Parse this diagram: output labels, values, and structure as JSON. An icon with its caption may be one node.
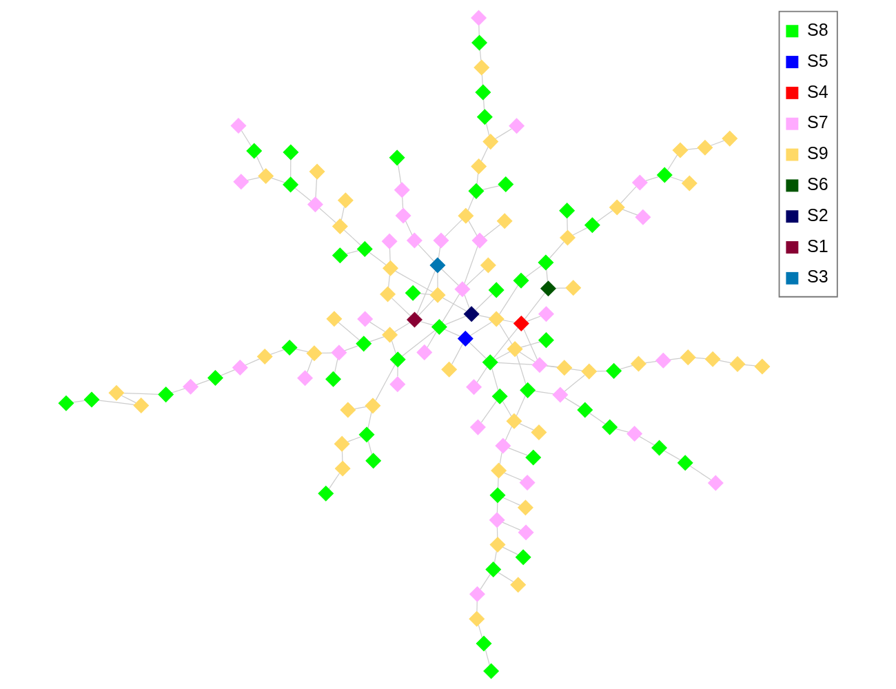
{
  "diagram": {
    "nodes": [
      {
        "text": [],
        "shape": "diamond"
      },
      {
        "text": [],
        "shape": "diamond"
      },
      {
        "text": [],
        "shape": "diamond"
      },
      {
        "text": [],
        "shape": "diamond"
      },
      {
        "text": [],
        "shape": "diamond"
      },
      {
        "text": [],
        "shape": "diamond"
      },
      {
        "text": [],
        "shape": "diamond"
      },
      {
        "text": [],
        "shape": "diamond"
      },
      {
        "text": [],
        "shape": "diamond"
      },
      {
        "text": [],
        "shape": "diamond"
      },
      {
        "text": [],
        "shape": "diamond"
      },
      {
        "text": [],
        "shape": "diamond"
      },
      {
        "text": [],
        "shape": "diamond"
      },
      {
        "text": [],
        "shape": "diamond"
      },
      {
        "text": [],
        "shape": "diamond"
      },
      {
        "text": [],
        "shape": "diamond"
      },
      {
        "text": [],
        "shape": "diamond"
      },
      {
        "text": [],
        "shape": "diamond"
      },
      {
        "text": [],
        "shape": "diamond"
      },
      {
        "text": [],
        "shape": "diamond"
      },
      {
        "text": [],
        "shape": "diamond"
      },
      {
        "text": [],
        "shape": "diamond"
      },
      {
        "text": [],
        "shape": "diamond"
      },
      {
        "text": [],
        "shape": "diamond"
      },
      {
        "text": [],
        "shape": "diamond"
      },
      {
        "text": [],
        "shape": "diamond"
      },
      {
        "text": [],
        "shape": "diamond"
      },
      {
        "text": [],
        "shape": "diamond"
      },
      {
        "text": [],
        "shape": "diamond"
      },
      {
        "text": [],
        "shape": "diamond"
      },
      {
        "text": [],
        "shape": "diamond"
      },
      {
        "text": [],
        "shape": "diamond"
      },
      {
        "text": [],
        "shape": "diamond"
      },
      {
        "text": [],
        "shape": "diamond"
      },
      {
        "text": [],
        "shape": "diamond"
      },
      {
        "text": [],
        "shape": "diamond"
      },
      {
        "text": [],
        "shape": "diamond"
      },
      {
        "text": [],
        "shape": "diamond"
      },
      {
        "text": [],
        "shape": "diamond"
      },
      {
        "text": [],
        "shape": "diamond"
      },
      {
        "text": [],
        "shape": "diamond"
      },
      {
        "text": [],
        "shape": "diamond"
      },
      {
        "text": [],
        "shape": "diamond"
      },
      {
        "text": [],
        "shape": "diamond"
      },
      {
        "text": [],
        "shape": "diamond"
      },
      {
        "text": [],
        "shape": "diamond"
      },
      {
        "text": [],
        "shape": "diamond"
      },
      {
        "text": [],
        "shape": "diamond"
      },
      {
        "text": [],
        "shape": "diamond"
      },
      {
        "text": [],
        "shape": "diamond"
      },
      {
        "text": [],
        "shape": "diamond"
      },
      {
        "text": [],
        "shape": "diamond"
      },
      {
        "text": [],
        "shape": "diamond"
      },
      {
        "text": [],
        "shape": "diamond"
      },
      {
        "text": [],
        "shape": "diamond"
      },
      {
        "text": [],
        "shape": "diamond"
      },
      {
        "text": [],
        "shape": "diamond"
      },
      {
        "text": [],
        "shape": "diamond"
      },
      {
        "text": [],
        "shape": "diamond"
      },
      {
        "text": [],
        "shape": "diamond"
      },
      {
        "text": [],
        "shape": "diamond"
      },
      {
        "text": [],
        "shape": "diamond"
      },
      {
        "text": [],
        "shape": "diamond"
      },
      {
        "text": [],
        "shape": "diamond"
      },
      {
        "text": [],
        "shape": "diamond"
      },
      {
        "text": [],
        "shape": "diamond"
      },
      {
        "text": [],
        "shape": "diamond"
      },
      {
        "text": [],
        "shape": "diamond"
      },
      {
        "text": [],
        "shape": "diamond"
      },
      {
        "text": [],
        "shape": "diamond"
      },
      {
        "text": [],
        "shape": "diamond"
      },
      {
        "text": [],
        "shape": "diamond"
      },
      {
        "text": [],
        "shape": "diamond"
      },
      {
        "text": [],
        "shape": "diamond"
      },
      {
        "text": [],
        "shape": "diamond"
      },
      {
        "text": [],
        "shape": "diamond"
      },
      {
        "text": [],
        "shape": "diamond"
      },
      {
        "text": [],
        "shape": "diamond"
      },
      {
        "text": [],
        "shape": "diamond"
      },
      {
        "text": [],
        "shape": "diamond"
      },
      {
        "text": [],
        "shape": "diamond"
      },
      {
        "text": [],
        "shape": "diamond"
      },
      {
        "text": [],
        "shape": "diamond"
      },
      {
        "text": [],
        "shape": "diamond"
      },
      {
        "text": [],
        "shape": "diamond"
      },
      {
        "text": [],
        "shape": "diamond"
      },
      {
        "text": [],
        "shape": "diamond"
      },
      {
        "text": [],
        "shape": "diamond"
      },
      {
        "text": [],
        "shape": "diamond"
      },
      {
        "text": [],
        "shape": "diamond"
      },
      {
        "text": [],
        "shape": "diamond"
      },
      {
        "text": [],
        "shape": "diamond"
      },
      {
        "text": [],
        "shape": "diamond"
      },
      {
        "text": [],
        "shape": "diamond"
      },
      {
        "text": [],
        "shape": "diamond"
      },
      {
        "text": [],
        "shape": "diamond"
      },
      {
        "text": [],
        "shape": "diamond"
      },
      {
        "text": [],
        "shape": "diamond"
      },
      {
        "text": [],
        "shape": "diamond"
      },
      {
        "text": [],
        "shape": "diamond"
      },
      {
        "text": [],
        "shape": "diamond"
      },
      {
        "text": [],
        "shape": "diamond"
      },
      {
        "text": [],
        "shape": "diamond"
      },
      {
        "text": [],
        "shape": "diamond"
      },
      {
        "text": [],
        "shape": "diamond"
      },
      {
        "text": [],
        "shape": "diamond"
      },
      {
        "text": [],
        "shape": "diamond"
      },
      {
        "text": [],
        "shape": "diamond"
      },
      {
        "text": [],
        "shape": "diamond"
      },
      {
        "text": [],
        "shape": "diamond"
      },
      {
        "text": [],
        "shape": "diamond"
      },
      {
        "text": [],
        "shape": "diamond"
      },
      {
        "text": [],
        "shape": "diamond"
      },
      {
        "text": [],
        "shape": "diamond"
      },
      {
        "text": [],
        "shape": "diamond"
      },
      {
        "text": [],
        "shape": "diamond"
      },
      {
        "text": [],
        "shape": "diamond"
      },
      {
        "text": [],
        "shape": "diamond"
      },
      {
        "text": [],
        "shape": "diamond"
      },
      {
        "text": [],
        "shape": "diamond"
      },
      {
        "text": [],
        "shape": "diamond"
      },
      {
        "text": [],
        "shape": "diamond"
      },
      {
        "text": [],
        "shape": "diamond"
      },
      {
        "text": [],
        "shape": "diamond"
      },
      {
        "text": [],
        "shape": "diamond"
      },
      {
        "text": [],
        "shape": "diamond"
      },
      {
        "text": [],
        "shape": "diamond"
      },
      {
        "text": [],
        "shape": "diamond"
      },
      {
        "text": [],
        "shape": "diamond"
      },
      {
        "text": [],
        "shape": "diamond"
      },
      {
        "text": [],
        "shape": "diamond"
      },
      {
        "text": [],
        "shape": "diamond"
      }
    ],
    "edges": [
      {
        "from": 0,
        "to": 1,
        "arrow": "none"
      },
      {
        "from": 0,
        "to": 2,
        "arrow": "none"
      },
      {
        "from": 1,
        "to": 2,
        "arrow": "none"
      },
      {
        "from": 2,
        "to": 3,
        "arrow": "none"
      },
      {
        "from": 3,
        "to": 4,
        "arrow": "none"
      },
      {
        "from": 4,
        "to": 5,
        "arrow": "none"
      },
      {
        "from": 5,
        "to": 0,
        "arrow": "none"
      },
      {
        "from": 0,
        "to": 3,
        "arrow": "none"
      },
      {
        "from": 1,
        "to": 4,
        "arrow": "none"
      },
      {
        "from": 5,
        "to": 6,
        "arrow": "none"
      },
      {
        "from": 4,
        "to": 7,
        "arrow": "none"
      },
      {
        "from": 6,
        "to": 7,
        "arrow": "none"
      },
      {
        "from": 7,
        "to": 8,
        "arrow": "none"
      },
      {
        "from": 8,
        "to": 9,
        "arrow": "none"
      },
      {
        "from": 9,
        "to": 10,
        "arrow": "none"
      },
      {
        "from": 10,
        "to": 11,
        "arrow": "none"
      },
      {
        "from": 11,
        "to": 6,
        "arrow": "none"
      },
      {
        "from": 6,
        "to": 8,
        "arrow": "none"
      },
      {
        "from": 7,
        "to": 10,
        "arrow": "none"
      },
      {
        "from": 9,
        "to": 11,
        "arrow": "none"
      },
      {
        "from": 0,
        "to": 12,
        "arrow": "none"
      },
      {
        "from": 12,
        "to": 13,
        "arrow": "none"
      },
      {
        "from": 13,
        "to": 14,
        "arrow": "none"
      },
      {
        "from": 14,
        "to": 15,
        "arrow": "none"
      },
      {
        "from": 15,
        "to": 16,
        "arrow": "none"
      },
      {
        "from": 16,
        "to": 17,
        "arrow": "none"
      },
      {
        "from": 17,
        "to": 18,
        "arrow": "none"
      },
      {
        "from": 18,
        "to": 19,
        "arrow": "none"
      },
      {
        "from": 19,
        "to": 20,
        "arrow": "none"
      },
      {
        "from": 20,
        "to": 21,
        "arrow": "none"
      },
      {
        "from": 21,
        "to": 22,
        "arrow": "none"
      },
      {
        "from": 22,
        "to": 23,
        "arrow": "none"
      },
      {
        "from": 1,
        "to": 24,
        "arrow": "none"
      },
      {
        "from": 24,
        "to": 25,
        "arrow": "none"
      },
      {
        "from": 25,
        "to": 26,
        "arrow": "none"
      },
      {
        "from": 26,
        "to": 27,
        "arrow": "none"
      },
      {
        "from": 27,
        "to": 28,
        "arrow": "none"
      },
      {
        "from": 28,
        "to": 29,
        "arrow": "none"
      },
      {
        "from": 29,
        "to": 30,
        "arrow": "none"
      },
      {
        "from": 30,
        "to": 31,
        "arrow": "none"
      },
      {
        "from": 2,
        "to": 32,
        "arrow": "none"
      },
      {
        "from": 32,
        "to": 33,
        "arrow": "none"
      },
      {
        "from": 33,
        "to": 34,
        "arrow": "none"
      },
      {
        "from": 34,
        "to": 35,
        "arrow": "none"
      },
      {
        "from": 35,
        "to": 36,
        "arrow": "none"
      },
      {
        "from": 36,
        "to": 37,
        "arrow": "none"
      },
      {
        "from": 37,
        "to": 38,
        "arrow": "none"
      },
      {
        "from": 38,
        "to": 39,
        "arrow": "none"
      },
      {
        "from": 3,
        "to": 40,
        "arrow": "none"
      },
      {
        "from": 40,
        "to": 41,
        "arrow": "none"
      },
      {
        "from": 41,
        "to": 42,
        "arrow": "none"
      },
      {
        "from": 42,
        "to": 43,
        "arrow": "none"
      },
      {
        "from": 43,
        "to": 44,
        "arrow": "none"
      },
      {
        "from": 44,
        "to": 45,
        "arrow": "none"
      },
      {
        "from": 45,
        "to": 46,
        "arrow": "none"
      },
      {
        "from": 46,
        "to": 47,
        "arrow": "none"
      },
      {
        "from": 47,
        "to": 48,
        "arrow": "none"
      },
      {
        "from": 48,
        "to": 49,
        "arrow": "none"
      },
      {
        "from": 8,
        "to": 50,
        "arrow": "none"
      },
      {
        "from": 50,
        "to": 51,
        "arrow": "none"
      },
      {
        "from": 51,
        "to": 52,
        "arrow": "none"
      },
      {
        "from": 52,
        "to": 53,
        "arrow": "none"
      },
      {
        "from": 53,
        "to": 54,
        "arrow": "none"
      },
      {
        "from": 54,
        "to": 55,
        "arrow": "none"
      },
      {
        "from": 55,
        "to": 56,
        "arrow": "none"
      },
      {
        "from": 56,
        "to": 57,
        "arrow": "none"
      },
      {
        "from": 57,
        "to": 58,
        "arrow": "none"
      },
      {
        "from": 58,
        "to": 59,
        "arrow": "none"
      },
      {
        "from": 9,
        "to": 60,
        "arrow": "none"
      },
      {
        "from": 60,
        "to": 61,
        "arrow": "none"
      },
      {
        "from": 61,
        "to": 62,
        "arrow": "none"
      },
      {
        "from": 62,
        "to": 63,
        "arrow": "none"
      },
      {
        "from": 10,
        "to": 64,
        "arrow": "none"
      },
      {
        "from": 64,
        "to": 65,
        "arrow": "none"
      },
      {
        "from": 65,
        "to": 66,
        "arrow": "none"
      },
      {
        "from": 66,
        "to": 67,
        "arrow": "none"
      },
      {
        "from": 67,
        "to": 68,
        "arrow": "none"
      },
      {
        "from": 68,
        "to": 69,
        "arrow": "none"
      },
      {
        "from": 69,
        "to": 70,
        "arrow": "none"
      },
      {
        "from": 70,
        "to": 71,
        "arrow": "none"
      },
      {
        "from": 11,
        "to": 72,
        "arrow": "none"
      },
      {
        "from": 72,
        "to": 73,
        "arrow": "none"
      },
      {
        "from": 73,
        "to": 74,
        "arrow": "none"
      },
      {
        "from": 74,
        "to": 75,
        "arrow": "none"
      },
      {
        "from": 75,
        "to": 76,
        "arrow": "none"
      },
      {
        "from": 76,
        "to": 77,
        "arrow": "none"
      },
      {
        "from": 77,
        "to": 78,
        "arrow": "none"
      },
      {
        "from": 78,
        "to": 79,
        "arrow": "none"
      },
      {
        "from": 79,
        "to": 80,
        "arrow": "none"
      },
      {
        "from": 80,
        "to": 81,
        "arrow": "none"
      },
      {
        "from": 81,
        "to": 82,
        "arrow": "none"
      },
      {
        "from": 82,
        "to": 83,
        "arrow": "none"
      },
      {
        "from": 83,
        "to": 84,
        "arrow": "none"
      },
      {
        "from": 84,
        "to": 85,
        "arrow": "none"
      },
      {
        "from": 6,
        "to": 86,
        "arrow": "none"
      },
      {
        "from": 86,
        "to": 87,
        "arrow": "none"
      },
      {
        "from": 87,
        "to": 88,
        "arrow": "none"
      },
      {
        "from": 88,
        "to": 89,
        "arrow": "none"
      },
      {
        "from": 89,
        "to": 90,
        "arrow": "none"
      },
      {
        "from": 90,
        "to": 91,
        "arrow": "none"
      },
      {
        "from": 92,
        "to": 12,
        "arrow": "none"
      },
      {
        "from": 93,
        "to": 13,
        "arrow": "none"
      },
      {
        "from": 94,
        "to": 14,
        "arrow": "none"
      },
      {
        "from": 95,
        "to": 15,
        "arrow": "none"
      },
      {
        "from": 96,
        "to": 16,
        "arrow": "none"
      },
      {
        "from": 97,
        "to": 17,
        "arrow": "none"
      },
      {
        "from": 98,
        "to": 18,
        "arrow": "none"
      },
      {
        "from": 99,
        "to": 19,
        "arrow": "none"
      },
      {
        "from": 100,
        "to": 0,
        "arrow": "none"
      },
      {
        "from": 101,
        "to": 1,
        "arrow": "none"
      },
      {
        "from": 102,
        "to": 2,
        "arrow": "none"
      },
      {
        "from": 103,
        "to": 3,
        "arrow": "none"
      },
      {
        "from": 104,
        "to": 4,
        "arrow": "none"
      },
      {
        "from": 105,
        "to": 5,
        "arrow": "none"
      },
      {
        "from": 106,
        "to": 6,
        "arrow": "none"
      },
      {
        "from": 107,
        "to": 7,
        "arrow": "none"
      },
      {
        "from": 108,
        "to": 8,
        "arrow": "none"
      },
      {
        "from": 109,
        "to": 9,
        "arrow": "none"
      },
      {
        "from": 110,
        "to": 10,
        "arrow": "none"
      },
      {
        "from": 111,
        "to": 11,
        "arrow": "none"
      },
      {
        "from": 112,
        "to": 64,
        "arrow": "none"
      },
      {
        "from": 113,
        "to": 65,
        "arrow": "none"
      },
      {
        "from": 114,
        "to": 66,
        "arrow": "none"
      },
      {
        "from": 115,
        "to": 67,
        "arrow": "none"
      },
      {
        "from": 116,
        "to": 68,
        "arrow": "none"
      },
      {
        "from": 117,
        "to": 69,
        "arrow": "none"
      },
      {
        "from": 118,
        "to": 40,
        "arrow": "none"
      },
      {
        "from": 119,
        "to": 42,
        "arrow": "none"
      },
      {
        "from": 120,
        "to": 44,
        "arrow": "none"
      },
      {
        "from": 121,
        "to": 46,
        "arrow": "none"
      },
      {
        "from": 122,
        "to": 50,
        "arrow": "none"
      },
      {
        "from": 123,
        "to": 52,
        "arrow": "none"
      },
      {
        "from": 124,
        "to": 54,
        "arrow": "none"
      },
      {
        "from": 125,
        "to": 86,
        "arrow": "none"
      },
      {
        "from": 126,
        "to": 87,
        "arrow": "none"
      },
      {
        "from": 127,
        "to": 88,
        "arrow": "none"
      },
      {
        "from": 128,
        "to": 72,
        "arrow": "none"
      },
      {
        "from": 129,
        "to": 73,
        "arrow": "none"
      },
      {
        "from": 130,
        "to": 74,
        "arrow": "none"
      },
      {
        "from": 131,
        "to": 75,
        "arrow": "none"
      },
      {
        "from": 24,
        "to": 13,
        "arrow": "none"
      },
      {
        "from": 32,
        "to": 25,
        "arrow": "none"
      },
      {
        "from": 41,
        "to": 104,
        "arrow": "none"
      },
      {
        "from": 51,
        "to": 109,
        "arrow": "none"
      },
      {
        "from": 86,
        "to": 72,
        "arrow": "none"
      },
      {
        "from": 64,
        "to": 111,
        "arrow": "none"
      }
    ],
    "legend": [
      {
        "text": "S8",
        "color": "#00ff00"
      },
      {
        "text": "S5",
        "color": "#0000ff"
      },
      {
        "text": "S4",
        "color": "#ff0000"
      },
      {
        "text": "S7",
        "color": "#ffaaff"
      },
      {
        "text": "S9",
        "color": "#ffd966"
      },
      {
        "text": "S6",
        "color": "#005500"
      },
      {
        "text": "S2",
        "color": "#000066"
      },
      {
        "text": "S1",
        "color": "#880033"
      },
      {
        "text": "S3",
        "color": "#0077b3"
      }
    ]
  }
}
